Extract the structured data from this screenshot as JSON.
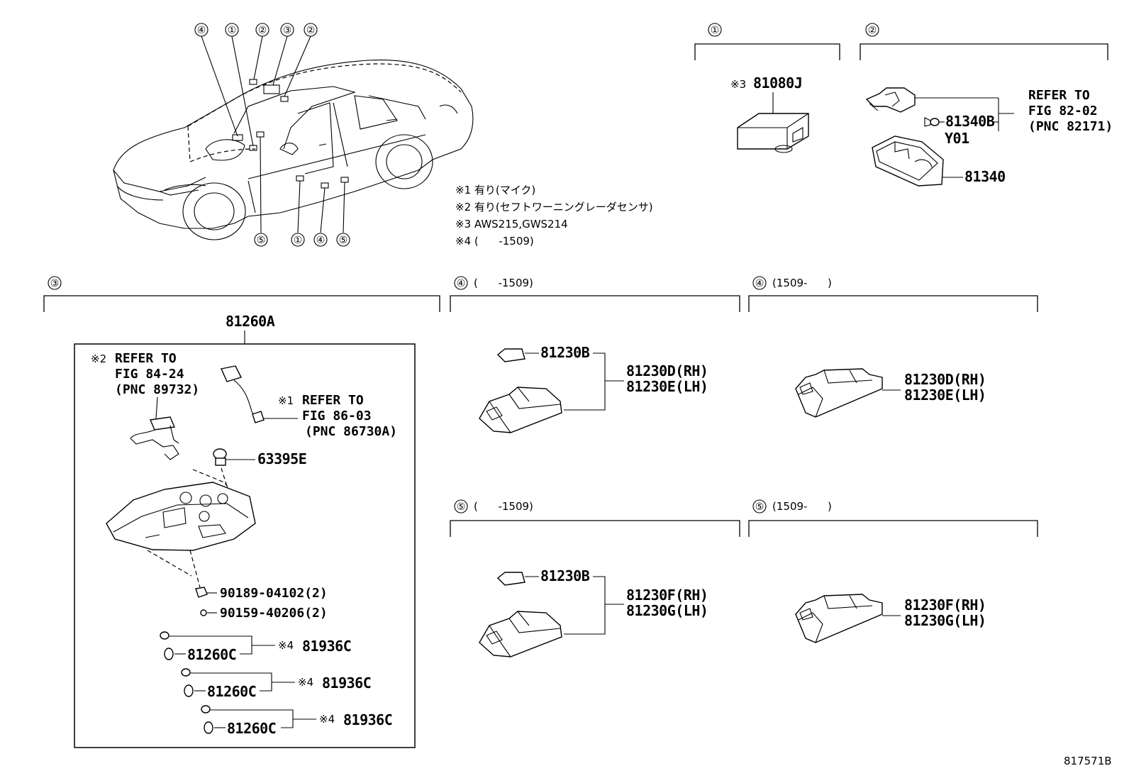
{
  "diagram_id": "817571B",
  "callouts": {
    "c1": "①",
    "c2": "②",
    "c3": "③",
    "c4": "④",
    "c5": "⑤"
  },
  "notes": [
    "※1 有り(マイク)",
    "※2 有り(セフトワーニングレーダセンサ)",
    "※3 AWS215,GWS214",
    "※4 (      -1509)"
  ],
  "section1": {
    "part_prefix": "※3",
    "part": "81080J"
  },
  "section2": {
    "refer_lines": [
      "REFER TO",
      "FIG 82-02",
      "(PNC 82171)"
    ],
    "bulb": "81340B",
    "bulb_sub": "Y01",
    "lamp": "81340"
  },
  "section3": {
    "assembly": "81260A",
    "refer2_prefix": "※2",
    "refer2_lines": [
      "REFER TO",
      "FIG 84-24",
      "(PNC 89732)"
    ],
    "refer1_prefix": "※1",
    "refer1_lines": [
      "REFER TO",
      "FIG 86-03",
      "(PNC 86730A)"
    ],
    "clip": "63395E",
    "screw1": "90189-04102(2)",
    "screw2": "90159-40206(2)",
    "bulb_rows": [
      {
        "bulb": "81260C",
        "note": "※4",
        "socket": "81936C"
      },
      {
        "bulb": "81260C",
        "note": "※4",
        "socket": "81936C"
      },
      {
        "bulb": "81260C",
        "note": "※4",
        "socket": "81936C"
      }
    ]
  },
  "section4a": {
    "range": "(      -1509)",
    "bulb": "81230B",
    "rh": "81230D(RH)",
    "lh": "81230E(LH)"
  },
  "section4b": {
    "range": "(1509-      )",
    "rh": "81230D(RH)",
    "lh": "81230E(LH)"
  },
  "section5a": {
    "range": "(      -1509)",
    "bulb": "81230B",
    "rh": "81230F(RH)",
    "lh": "81230G(LH)"
  },
  "section5b": {
    "range": "(1509-      )",
    "rh": "81230F(RH)",
    "lh": "81230G(LH)"
  }
}
